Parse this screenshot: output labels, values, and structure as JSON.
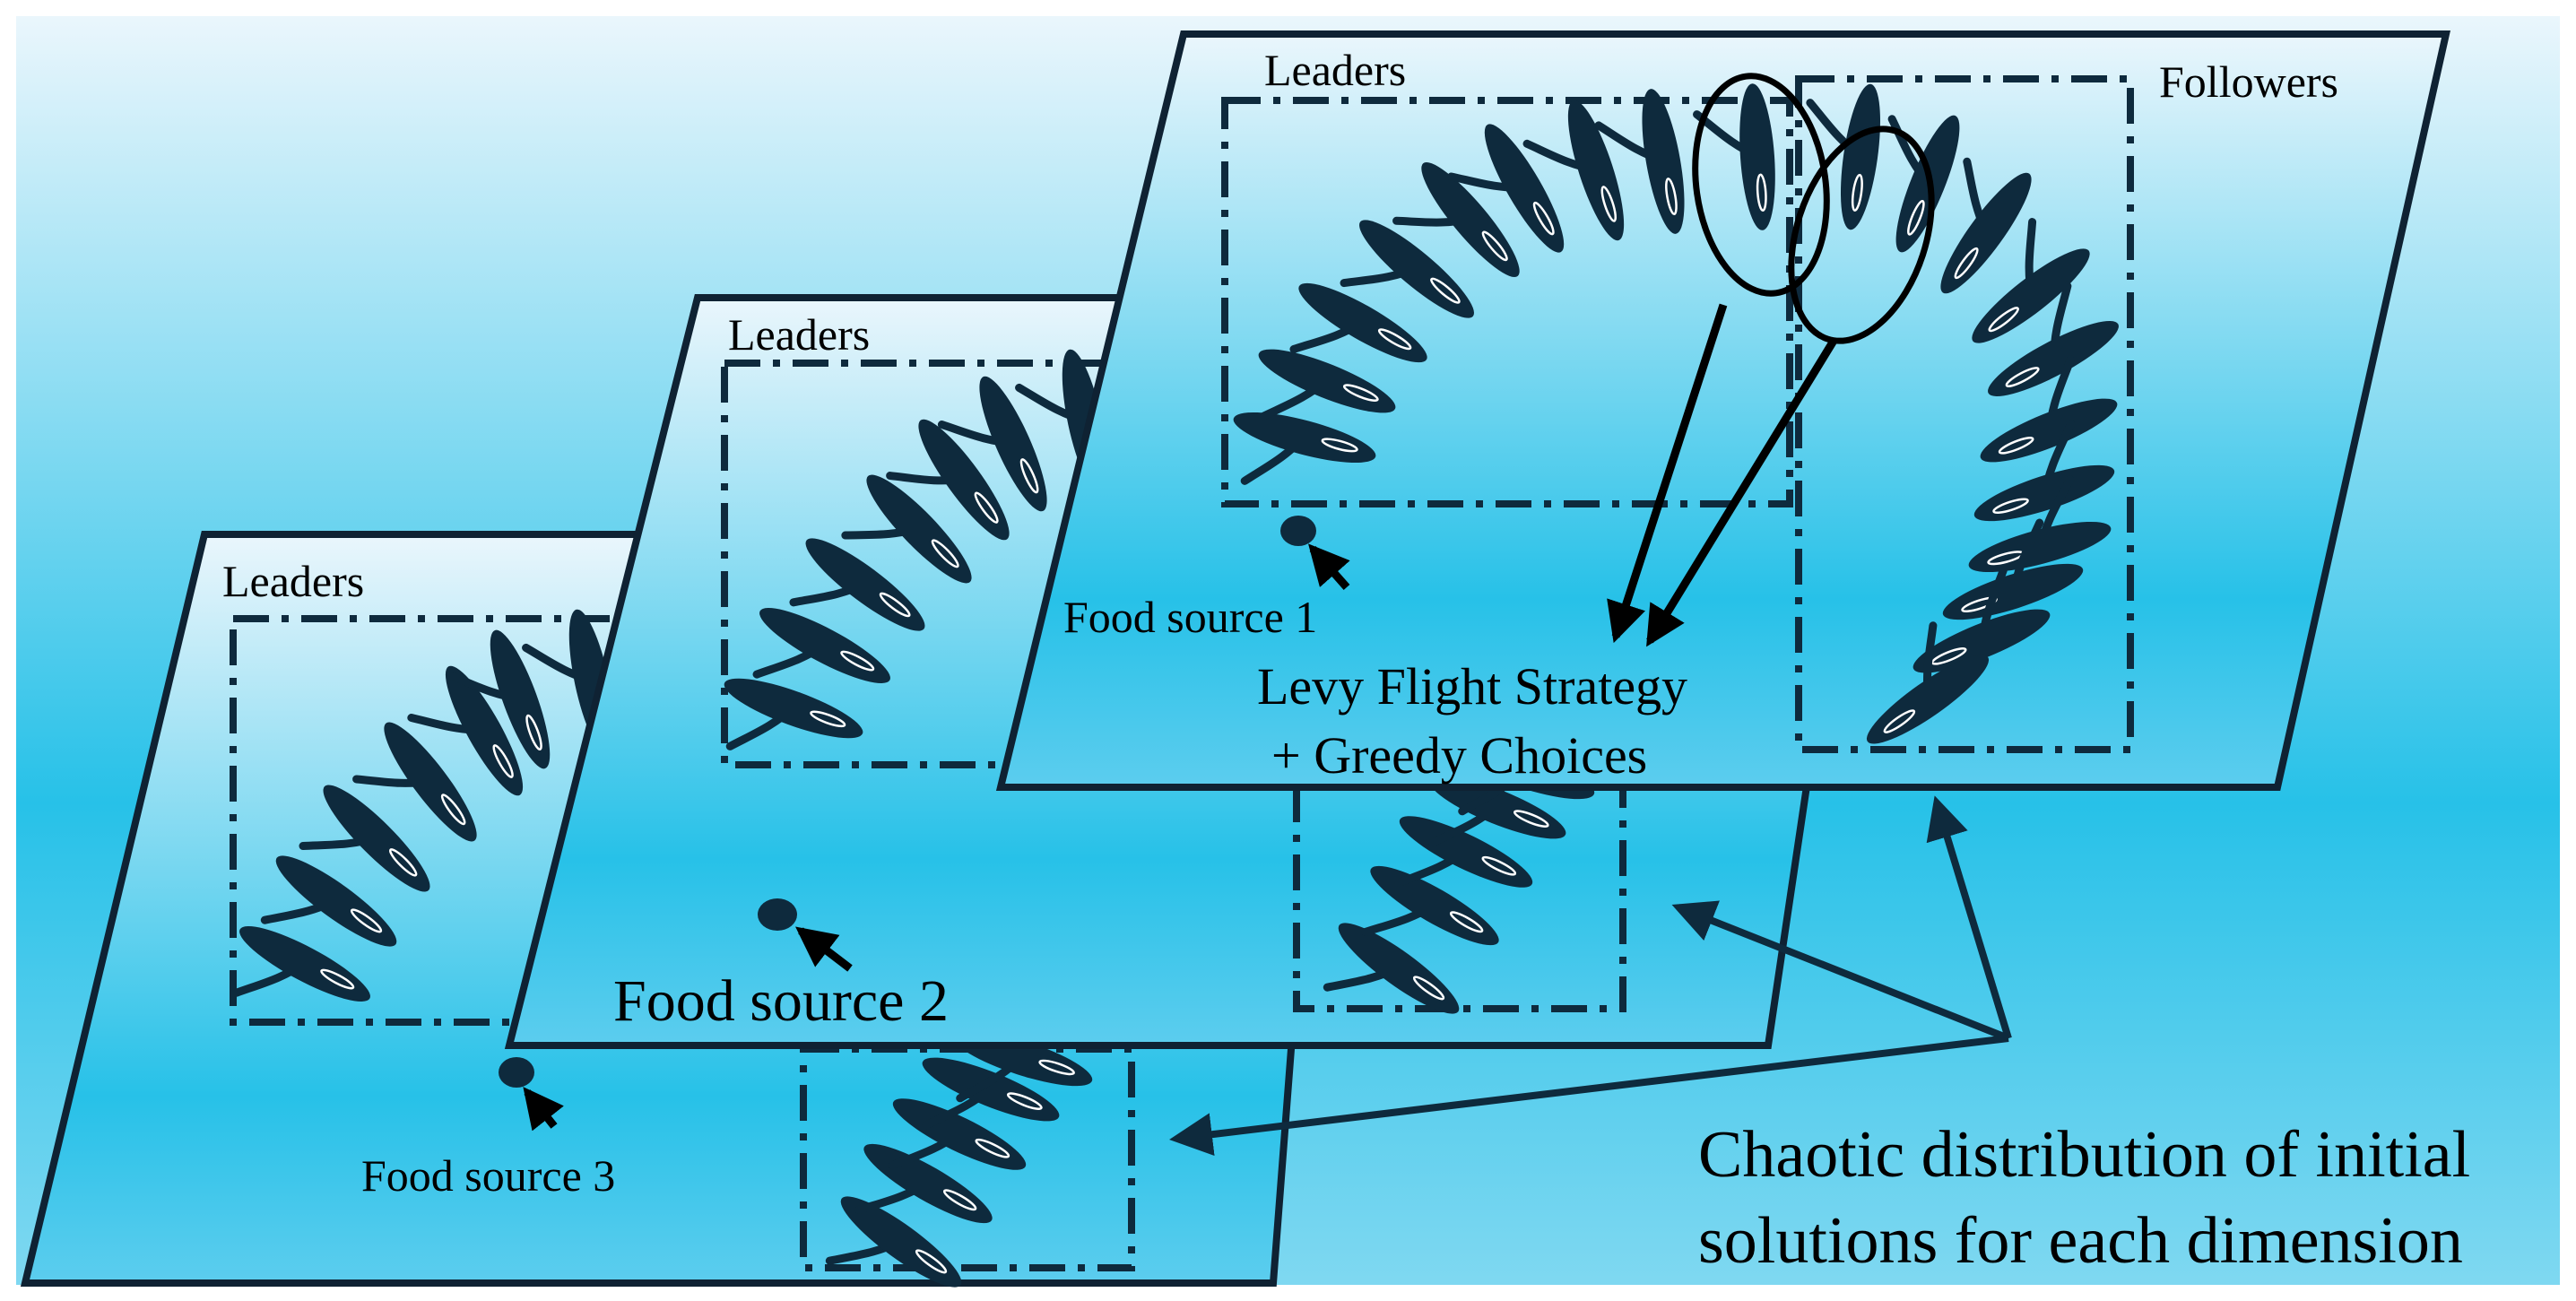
{
  "colors": {
    "cyan": "#27C1E8",
    "pale": "#EAF6FC",
    "ink": "#0E2A3D",
    "frame": "#0F2233"
  },
  "planes": [
    {
      "leaders_label": "Leaders",
      "food_label": "Food source 3"
    },
    {
      "leaders_label": "Leaders",
      "food_label": "Food source 2"
    },
    {
      "leaders_label": "Leaders",
      "followers_label": "Followers",
      "food_label": "Food source 1"
    }
  ],
  "strategy_label": {
    "line1": "Levy Flight Strategy",
    "line2": "+ Greedy Choices"
  },
  "caption": {
    "line1": "Chaotic distribution of initial",
    "line2": "solutions for each dimension"
  }
}
